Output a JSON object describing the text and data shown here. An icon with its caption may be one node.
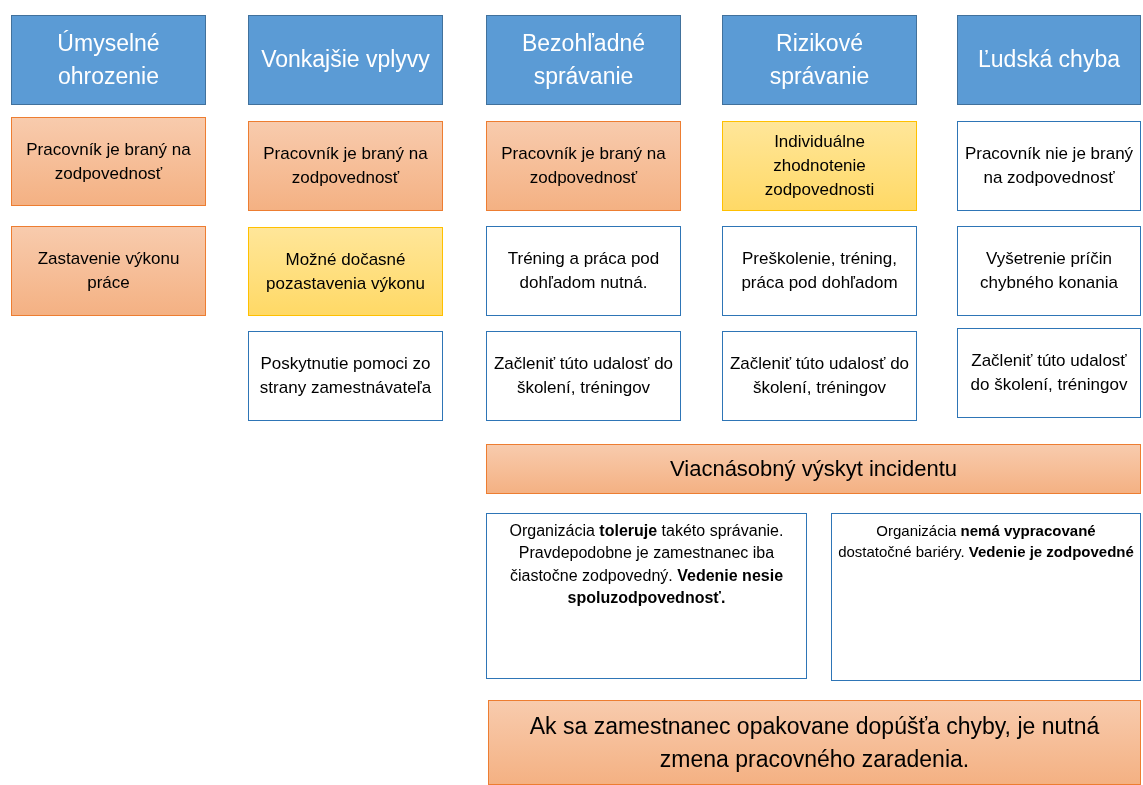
{
  "diagram": {
    "nodes": [
      {
        "text": [
          "Úmyselné ohrozenie"
        ]
      },
      {
        "text": [
          "Vonkajšie vplyvy"
        ]
      },
      {
        "text": [
          "Bezohľadné správanie"
        ]
      },
      {
        "text": [
          "Rizikové správanie"
        ]
      },
      {
        "text": [
          "Ľudská chyba"
        ]
      },
      {
        "text": [
          "Pracovník je braný na zodpovednosť"
        ]
      },
      {
        "text": [
          "Zastavenie výkonu práce"
        ]
      },
      {
        "text": [
          "Pracovník je braný na zodpovednosť"
        ]
      },
      {
        "text": [
          "Možné dočasné pozastavenia výkonu"
        ]
      },
      {
        "text": [
          "Poskytnutie pomoci zo strany zamestnávateľa"
        ]
      },
      {
        "text": [
          "Pracovník je braný na zodpovednosť"
        ]
      },
      {
        "text": [
          "Tréning a práca pod dohľadom nutná."
        ]
      },
      {
        "text": [
          "Začleniť túto udalosť do školení, tréningov"
        ]
      },
      {
        "text": [
          "Individuálne zhodnotenie zodpovednosti"
        ]
      },
      {
        "text": [
          "Preškolenie, tréning, práca pod dohľadom"
        ]
      },
      {
        "text": [
          "Začleniť túto udalosť do školení, tréningov"
        ]
      },
      {
        "text": [
          "Pracovník nie je braný na zodpovednosť"
        ]
      },
      {
        "text": [
          "Vyšetrenie príčin chybného konania"
        ]
      },
      {
        "text": [
          "Začleniť túto udalosť do školení, tréningov"
        ]
      },
      {
        "text": [
          "Viacnásobný výskyt incidentu"
        ]
      },
      {
        "text": [
          "Organizácia **toleruje** takéto správanie. Pravdepodobne je zamestnanec iba čiastočne zodpovedný. **Vedenie nesie spoluzodpovednosť.**"
        ]
      },
      {
        "text": [
          "Organizácia **nemá vypracované** dostatočné bariéry. **Vedenie je zodpovedné**"
        ]
      },
      {
        "text": [
          "Ak sa zamestnanec opakovane dopúšťa chyby, je nutná zmena pracovného zaradenia."
        ]
      }
    ]
  }
}
